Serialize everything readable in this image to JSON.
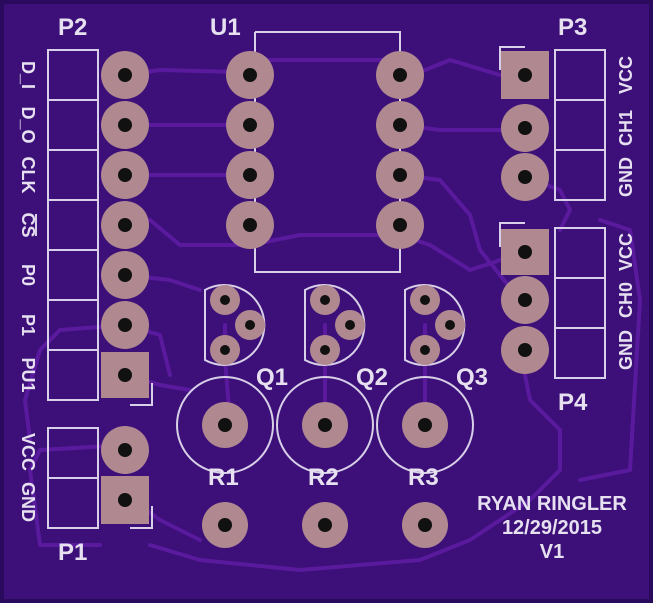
{
  "colors": {
    "board": "#3c1078",
    "board_edge": "#2a0a5c",
    "trace": "#5a1a9e",
    "pad": "#b08890",
    "silk": "#d8d0e8"
  },
  "components": {
    "p2": {
      "ref": "P2",
      "pins": [
        "D_I",
        "D_O",
        "CLK",
        "CS",
        "P0",
        "P1",
        "PU1"
      ]
    },
    "p1": {
      "ref": "P1",
      "pins": [
        "VCC",
        "GND"
      ]
    },
    "p3": {
      "ref": "P3",
      "pins": [
        "VCC",
        "CH1",
        "GND"
      ]
    },
    "p4": {
      "ref": "P4",
      "pins": [
        "VCC",
        "CH0",
        "GND"
      ]
    },
    "u1": {
      "ref": "U1"
    },
    "q1": {
      "ref": "Q1"
    },
    "q2": {
      "ref": "Q2"
    },
    "q3": {
      "ref": "Q3"
    },
    "r1": {
      "ref": "R1"
    },
    "r2": {
      "ref": "R2"
    },
    "r3": {
      "ref": "R3"
    }
  },
  "credit": {
    "author": "RYAN RINGLER",
    "date": "12/29/2015",
    "version": "V1"
  }
}
